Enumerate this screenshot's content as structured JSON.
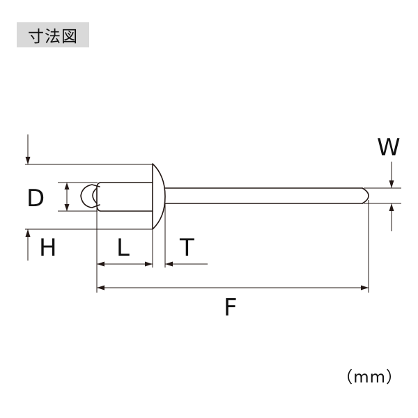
{
  "title": "寸法図",
  "unit": "（mm）",
  "dimension_labels": {
    "D": "D",
    "H": "H",
    "L": "L",
    "T": "T",
    "W": "W",
    "F": "F"
  },
  "colors": {
    "line": "#231815",
    "badge_background": "#d9d9d9",
    "text": "#111111"
  }
}
